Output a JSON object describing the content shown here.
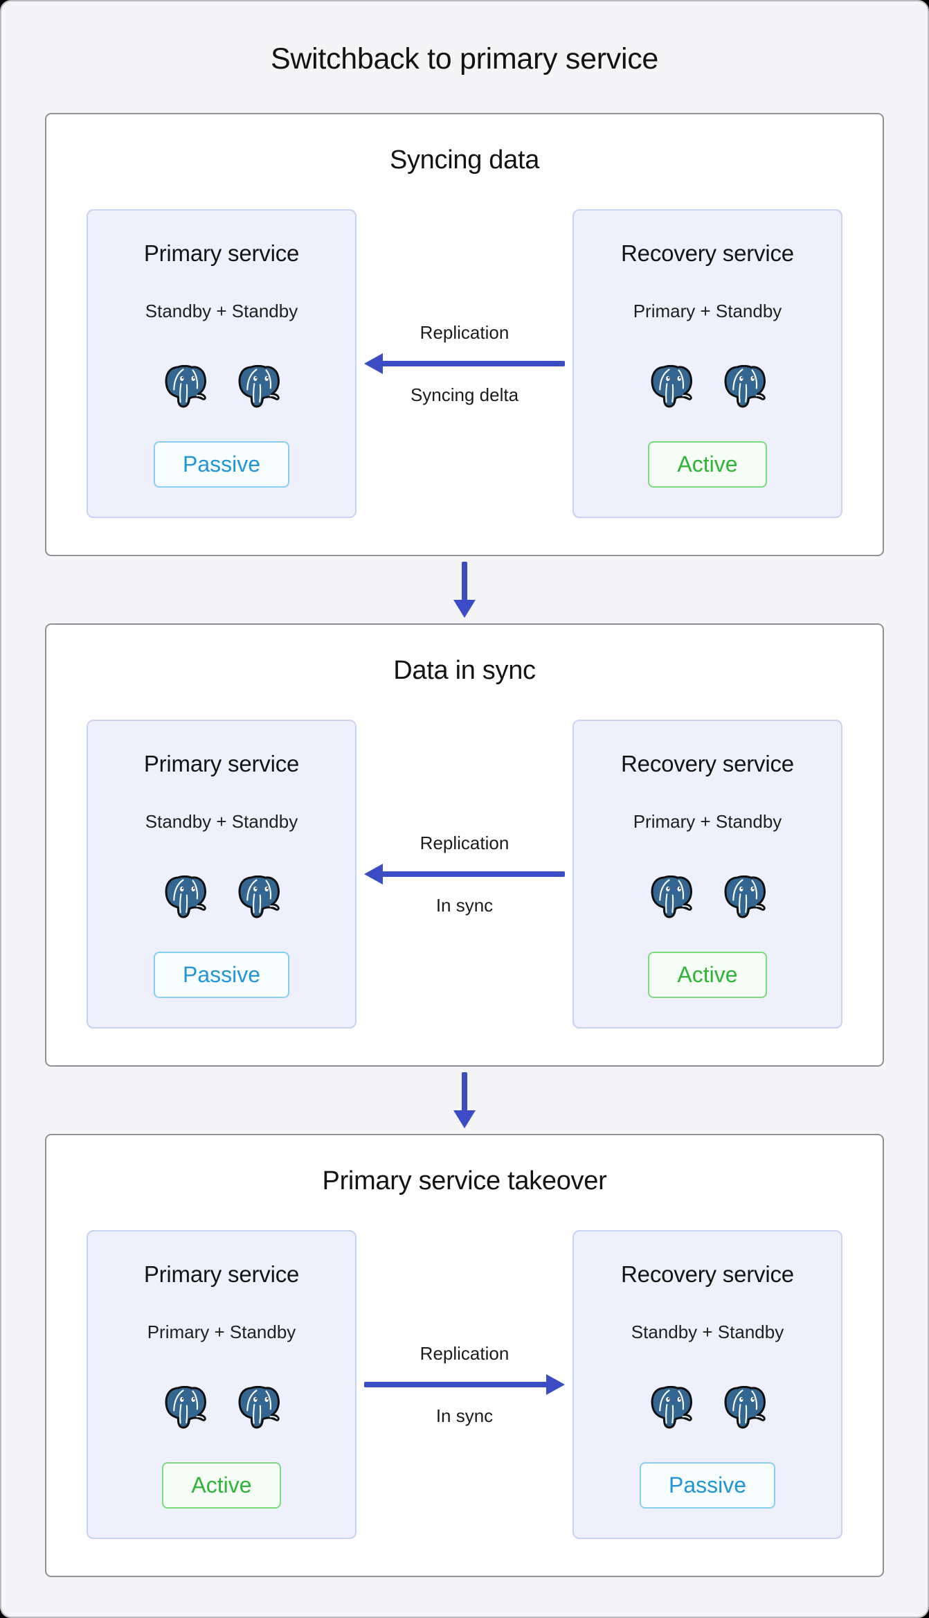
{
  "page": {
    "title": "Switchback to primary service"
  },
  "colors": {
    "page_background": "#f5f5f7",
    "panel_background": "#ffffff",
    "panel_border": "#8f9097",
    "service_box_background": "#eef1fc",
    "service_box_border": "#c9d3f1",
    "arrow_accent": "#3b4cc4",
    "postgres_blue": "#336791",
    "passive_text": "#2095d8",
    "passive_border": "#87cff2",
    "active_text": "#2eb436",
    "active_border": "#7bdc7b"
  },
  "icons": {
    "database": "postgresql-elephant-icon"
  },
  "sections": [
    {
      "title": "Syncing data",
      "left": {
        "title": "Primary service",
        "subtitle": "Standby + Standby",
        "badge": {
          "label": "Passive",
          "state": "passive"
        }
      },
      "right": {
        "title": "Recovery service",
        "subtitle": "Primary + Standby",
        "badge": {
          "label": "Active",
          "state": "active"
        }
      },
      "arrow": {
        "direction": "left",
        "top_label": "Replication",
        "bottom_label": "Syncing delta"
      }
    },
    {
      "title": "Data in sync",
      "left": {
        "title": "Primary service",
        "subtitle": "Standby + Standby",
        "badge": {
          "label": "Passive",
          "state": "passive"
        }
      },
      "right": {
        "title": "Recovery service",
        "subtitle": "Primary + Standby",
        "badge": {
          "label": "Active",
          "state": "active"
        }
      },
      "arrow": {
        "direction": "left",
        "top_label": "Replication",
        "bottom_label": "In sync"
      }
    },
    {
      "title": "Primary service takeover",
      "left": {
        "title": "Primary service",
        "subtitle": "Primary + Standby",
        "badge": {
          "label": "Active",
          "state": "active"
        }
      },
      "right": {
        "title": "Recovery service",
        "subtitle": "Standby + Standby",
        "badge": {
          "label": "Passive",
          "state": "passive"
        }
      },
      "arrow": {
        "direction": "right",
        "top_label": "Replication",
        "bottom_label": "In sync"
      }
    }
  ]
}
